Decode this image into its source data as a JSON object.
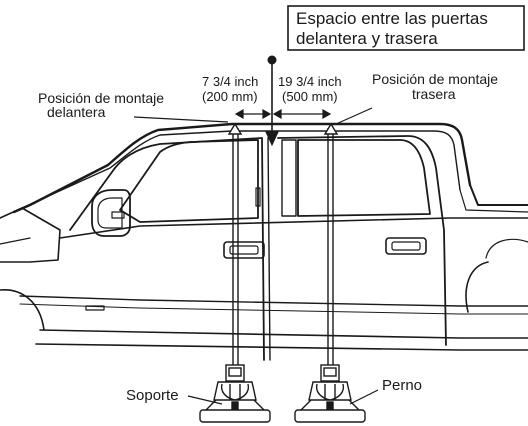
{
  "gap_box": {
    "line1": "Espacio entre las puertas",
    "line2": "delantera y trasera"
  },
  "dimension_front": {
    "value": "7 3/4 inch",
    "metric": "(200 mm)"
  },
  "dimension_rear": {
    "value": "19 3/4 inch",
    "metric": "(500 mm)"
  },
  "front_mount": {
    "line1": "Posición de montaje",
    "line2": "delantera"
  },
  "rear_mount": {
    "line1": "Posición de montaje",
    "line2": "trasera"
  },
  "support_label": "Soporte",
  "bolt_label": "Perno"
}
